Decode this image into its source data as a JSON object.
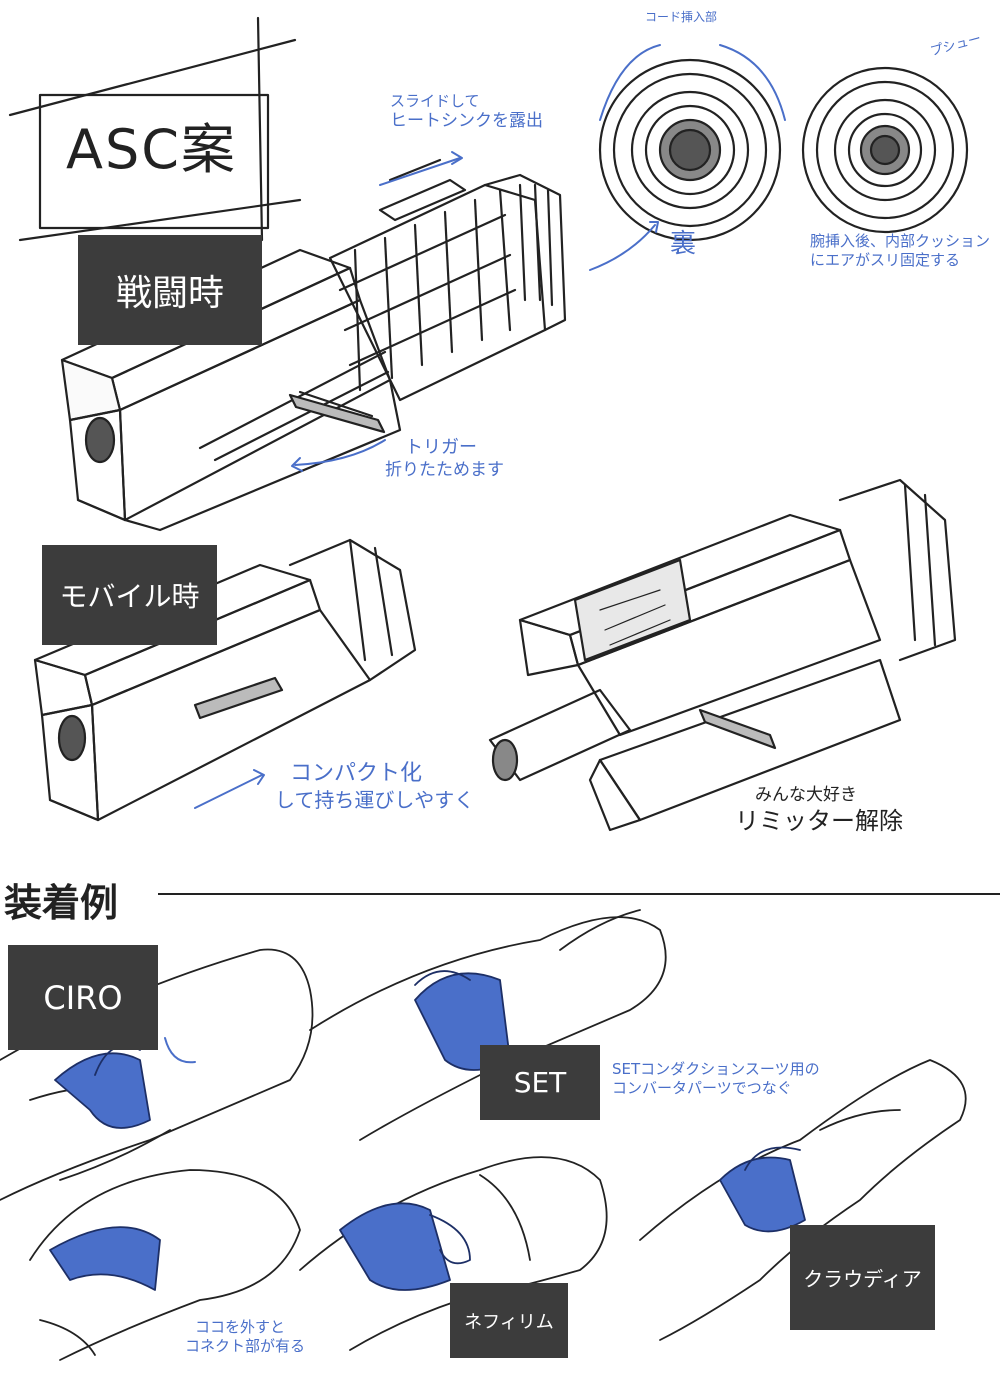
{
  "title": "ASC案",
  "labels": {
    "combat": "戦闘時",
    "mobile": "モバイル時",
    "ciro": "CIRO",
    "set": "SET",
    "nephilim": "ネフィリム",
    "claudia": "クラウディア"
  },
  "section_header": "装着例",
  "notes": {
    "slide": [
      "スライドして",
      "ヒートシンクを露出"
    ],
    "cord": "コード挿入部",
    "back": "裏",
    "pressure": "プシュー",
    "arm": [
      "腕挿入後、内部クッション",
      "にエアがスリ固定する"
    ],
    "trigger": [
      "トリガー",
      "折りたためます"
    ],
    "compact": [
      "コンパクト化",
      "して持ち運びしやすく"
    ],
    "limiter": [
      "みんな大好き",
      "リミッター解除"
    ],
    "set_note": [
      "SETコンダクションスーツ用の",
      "コンバータパーツでつなぐ"
    ],
    "cord_exposed": [
      "ココを外すと",
      "コネクト部が有る"
    ]
  },
  "colors": {
    "label_bg": "#3c3c3c",
    "accent_blue": "#4a6fc9",
    "ink": "#222222"
  }
}
